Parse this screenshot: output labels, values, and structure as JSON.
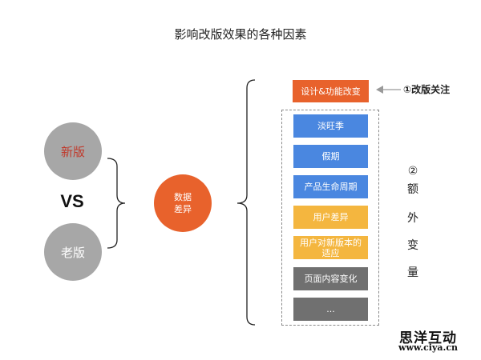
{
  "title": "影响改版效果的各种因素",
  "left": {
    "new_version": "新版",
    "vs": "VS",
    "old_version": "老版"
  },
  "center": {
    "line1": "数据",
    "line2": "差异"
  },
  "top_factor": "设计&功能改变",
  "annotation_top": "①改版关注",
  "extra_vars": {
    "marker": "②",
    "chars": [
      "额",
      "外",
      "变",
      "量"
    ]
  },
  "factors": [
    {
      "label": "淡旺季"
    },
    {
      "label": "假期"
    },
    {
      "label": "产品生命周期"
    },
    {
      "label": "用户差异"
    },
    {
      "label": "用户对新版本的适应"
    },
    {
      "label": "页面内容变化"
    },
    {
      "label": "..."
    }
  ],
  "colors": {
    "orange": "#e8622c",
    "blue": "#4a87e0",
    "yellow": "#f4b63f",
    "dark_gray": "#707070",
    "circle_gray": "#a7a7a7",
    "new_version_text": "#c0392b"
  },
  "watermark": {
    "cn": "思洋互动",
    "url": "www.ciya.cn"
  }
}
